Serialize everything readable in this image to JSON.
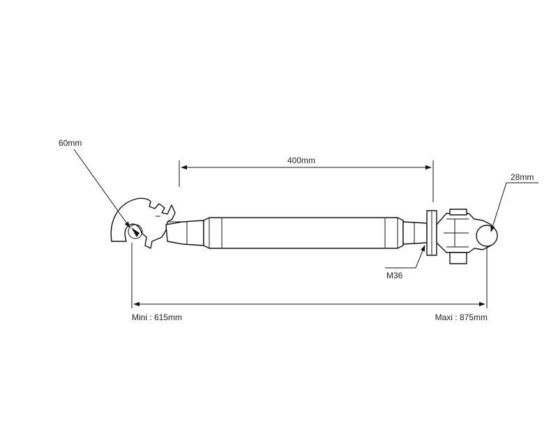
{
  "dimensions": {
    "hook_diameter": "60mm",
    "body_length": "400mm",
    "eye_diameter": "28mm",
    "thread": "M36",
    "min_length": "Mini : 615mm",
    "max_length": "Maxi : 875mm"
  },
  "colors": {
    "line": "#111111",
    "text": "#222222",
    "background": "#ffffff"
  }
}
